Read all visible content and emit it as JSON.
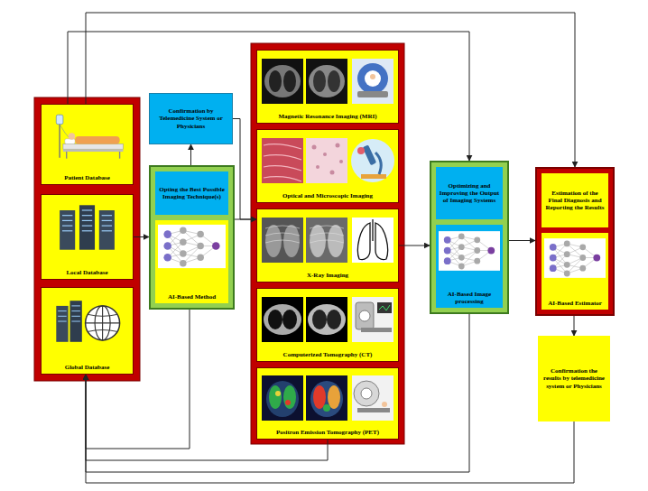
{
  "diagram": {
    "nodes": [
      {
        "text": [
          "Patient Database"
        ]
      },
      {
        "text": [
          "Local Database"
        ]
      },
      {
        "text": [
          "Global Database"
        ]
      },
      {
        "text": [
          "Confirmation by Telemedicine System or Physicians"
        ]
      },
      {
        "text": [
          "Opting the Best Possible Imaging Technique(s)",
          "AI-Based Method"
        ]
      },
      {
        "text": [
          "Magnetic Resonance Imaging (MRI)"
        ]
      },
      {
        "text": [
          "Optical and Microscopic Imaging"
        ]
      },
      {
        "text": [
          "X-Ray Imaging"
        ]
      },
      {
        "text": [
          "Computerized Tomography (CT)"
        ]
      },
      {
        "text": [
          "Positron Emission Tomography (PET)"
        ]
      },
      {
        "text": [
          "Optimizing and Improving the Output of Imaging Systems",
          "AI-Based Image processing"
        ]
      },
      {
        "text": [
          "Estimation of the Final Diagnosis and Reporting the Results",
          "AI-Based Estimator"
        ]
      },
      {
        "text": [
          "Confirmation the results by telemedicine system or Physicians"
        ]
      }
    ],
    "edges": [
      {
        "from": 1,
        "to": 4,
        "arrow": "to"
      },
      {
        "from": 4,
        "to": 3,
        "arrow": "to"
      },
      {
        "from": 3,
        "to": 7,
        "arrow": "to"
      },
      {
        "from": 4,
        "to": 7,
        "arrow": "to"
      },
      {
        "from": 7,
        "to": 10,
        "arrow": "to"
      },
      {
        "from": 10,
        "to": 11,
        "arrow": "to"
      },
      {
        "from": 11,
        "to": 12,
        "arrow": "to"
      },
      {
        "from": 0,
        "to": 10,
        "arrow": "to"
      },
      {
        "from": 0,
        "to": 11,
        "arrow": "to"
      },
      {
        "from": 4,
        "to": 2,
        "arrow": "to"
      },
      {
        "from": 9,
        "to": 2,
        "arrow": "to"
      },
      {
        "from": 10,
        "to": 2,
        "arrow": "to"
      },
      {
        "from": 12,
        "to": 2,
        "arrow": "to"
      }
    ]
  }
}
